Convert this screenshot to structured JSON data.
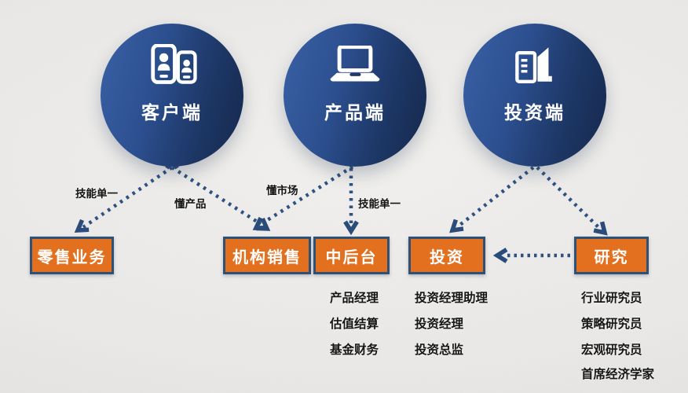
{
  "nodes": [
    {
      "id": "client",
      "label": "客户端",
      "icon": "dual-phones-users-icon"
    },
    {
      "id": "product",
      "label": "产品端",
      "icon": "laptop-icon"
    },
    {
      "id": "investment",
      "label": "投资端",
      "icon": "buildings-icon"
    }
  ],
  "edge_labels": [
    "技能单一",
    "懂产品",
    "懂市场",
    "技能单一"
  ],
  "boxes": [
    "零售业务",
    "机构销售",
    "中后台",
    "投资",
    "研究"
  ],
  "role_lists": {
    "middle_office": [
      "产品经理",
      "估值结算",
      "基金财务"
    ],
    "investment": [
      "投资经理助理",
      "投资经理",
      "投资总监"
    ],
    "research": [
      "行业研究员",
      "策略研究员",
      "宏观研究员",
      "首席经济学家"
    ]
  },
  "colors": {
    "circle_gradient_start": "#3a61a6",
    "circle_gradient_end": "#16284c",
    "box_fill": "#e2701e",
    "box_border": "#2f5176",
    "arrow": "#2d5282",
    "background": "#eae9e7",
    "label_text": "#141414",
    "node_text": "#ffffff"
  }
}
